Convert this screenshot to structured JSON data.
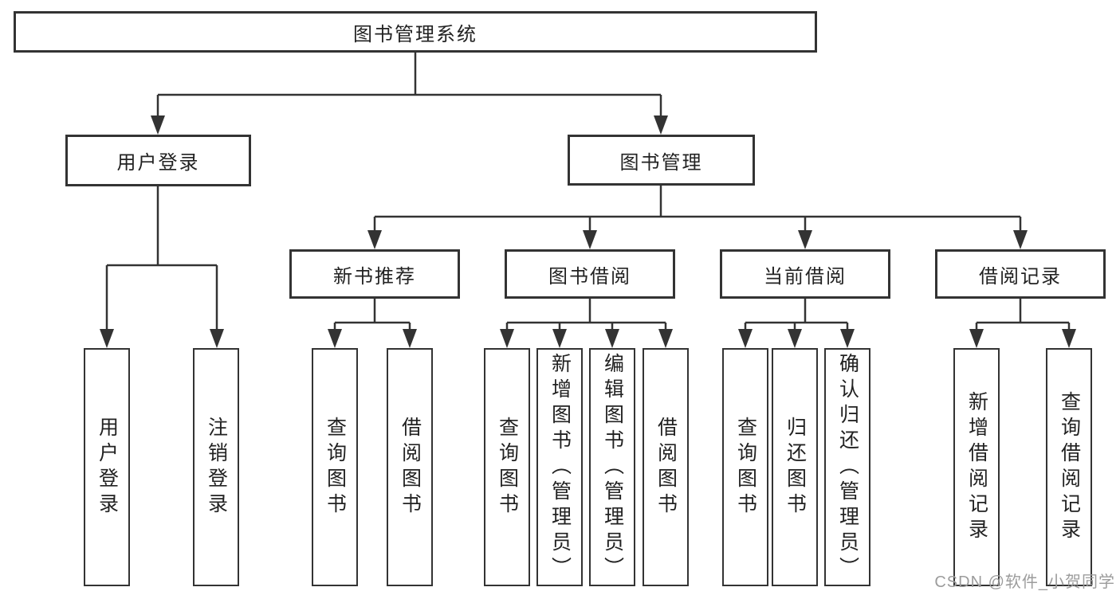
{
  "colors": {
    "line": "#333333",
    "text": "#222222",
    "background": "#ffffff",
    "watermark": "#9c9c9c"
  },
  "watermark": {
    "text": "CSDN @软件_小贺同学"
  },
  "root": {
    "label": "图书管理系统"
  },
  "branches": [
    {
      "label": "用户登录",
      "children": [
        {
          "label": "用户登录"
        },
        {
          "label": "注销登录"
        }
      ]
    },
    {
      "label": "图书管理",
      "children": [
        {
          "label": "新书推荐",
          "children": [
            {
              "label": "查询图书"
            },
            {
              "label": "借阅图书"
            }
          ]
        },
        {
          "label": "图书借阅",
          "children": [
            {
              "label": "查询图书"
            },
            {
              "label": "新增图书（管理员）"
            },
            {
              "label": "编辑图书（管理员）"
            },
            {
              "label": "借阅图书"
            }
          ]
        },
        {
          "label": "当前借阅",
          "children": [
            {
              "label": "查询图书"
            },
            {
              "label": "归还图书"
            },
            {
              "label": "确认归还（管理员）"
            }
          ]
        },
        {
          "label": "借阅记录",
          "children": [
            {
              "label": "新增借阅记录"
            },
            {
              "label": "查询借阅记录"
            }
          ]
        }
      ]
    }
  ]
}
